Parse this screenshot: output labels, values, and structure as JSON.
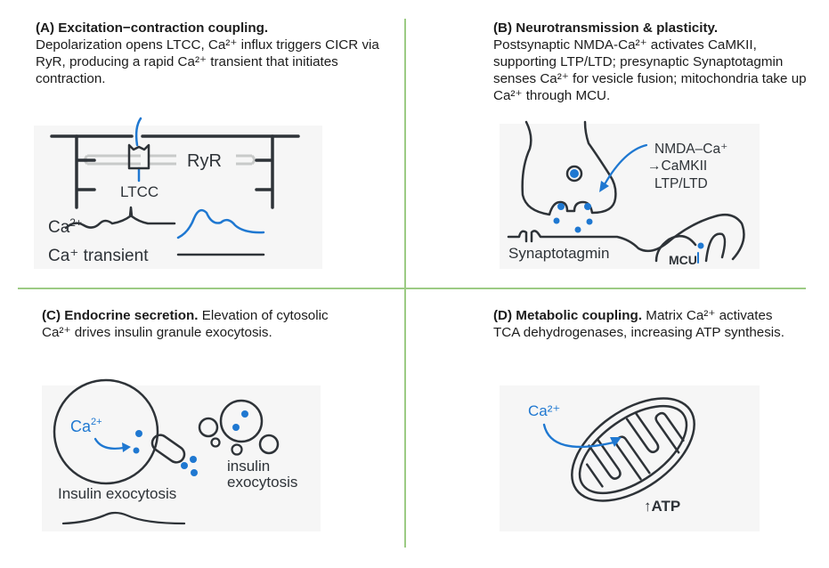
{
  "colors": {
    "divider": "#9ccb84",
    "accent_blue": "#1f78d1",
    "ink": "#2e3338",
    "panel_bg": "#f6f6f6"
  },
  "panels": {
    "a": {
      "heading": "(A) Excitation−contraction coupling.",
      "body": "Depolarization opens LTCC, Ca²⁺ influx triggers CICR via RyR, producing a rapid Ca²⁺ transient that initiates contraction.",
      "figure": {
        "ryr": "RyR",
        "ltcc": "LTCC",
        "ca": "Ca",
        "ca_sup": "2+",
        "transient": "Ca⁺ transient"
      }
    },
    "b": {
      "heading": "(B) Neurotransmission & plasticity.",
      "body": "Postsynaptic NMDA-Ca²⁺ activates CaMKII, supporting LTP/LTD; presynaptic Synaptotagmin senses Ca²⁺ for vesicle fusion; mitochondria take up Ca²⁺ through MCU.",
      "figure": {
        "nmda": "NMDA–Ca⁺",
        "camkii": "→CaMKII",
        "ltp": "LTP/LTD",
        "synaptotagmin": "Synaptotagmin",
        "mcu": "MCU"
      }
    },
    "c": {
      "heading": "(C) Endocrine secretion.",
      "body": "Elevation of cytosolic Ca²⁺ drives insulin granule exocytosis.",
      "figure": {
        "ca": "Ca",
        "ca_sup": "2+",
        "insulin_exo_1": "Insulin exocytosis",
        "insulin_2_line1": "insulin",
        "insulin_2_line2": "exocytosis"
      }
    },
    "d": {
      "heading": "(D) Metabolic coupling.",
      "body": "Matrix Ca²⁺ activates TCA dehydrogenases, increasing ATP synthesis.",
      "figure": {
        "ca": "Ca²⁺",
        "atp": "↑ATP"
      }
    }
  }
}
